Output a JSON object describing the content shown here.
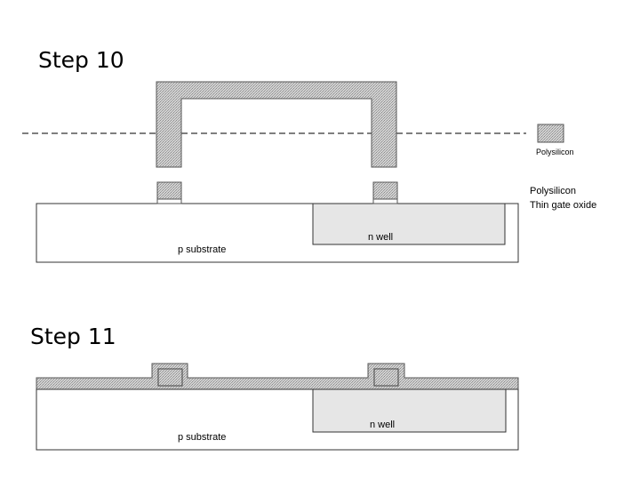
{
  "step10": {
    "title": "Step 10",
    "substrate_label": "p substrate",
    "well_label": "n well",
    "legend": {
      "mask_swatch_label": "Polysilicon",
      "layer_labels": [
        "Polysilicon",
        "Thin gate oxide"
      ]
    }
  },
  "step11": {
    "title": "Step 11",
    "substrate_label": "p substrate",
    "well_label": "n well"
  },
  "colors": {
    "hatch_fill": "#d2d2d2",
    "hatch_line": "#8c8c8c",
    "well_fill": "#e6e6e6",
    "outline": "#333333",
    "mask_line": "#555555"
  }
}
